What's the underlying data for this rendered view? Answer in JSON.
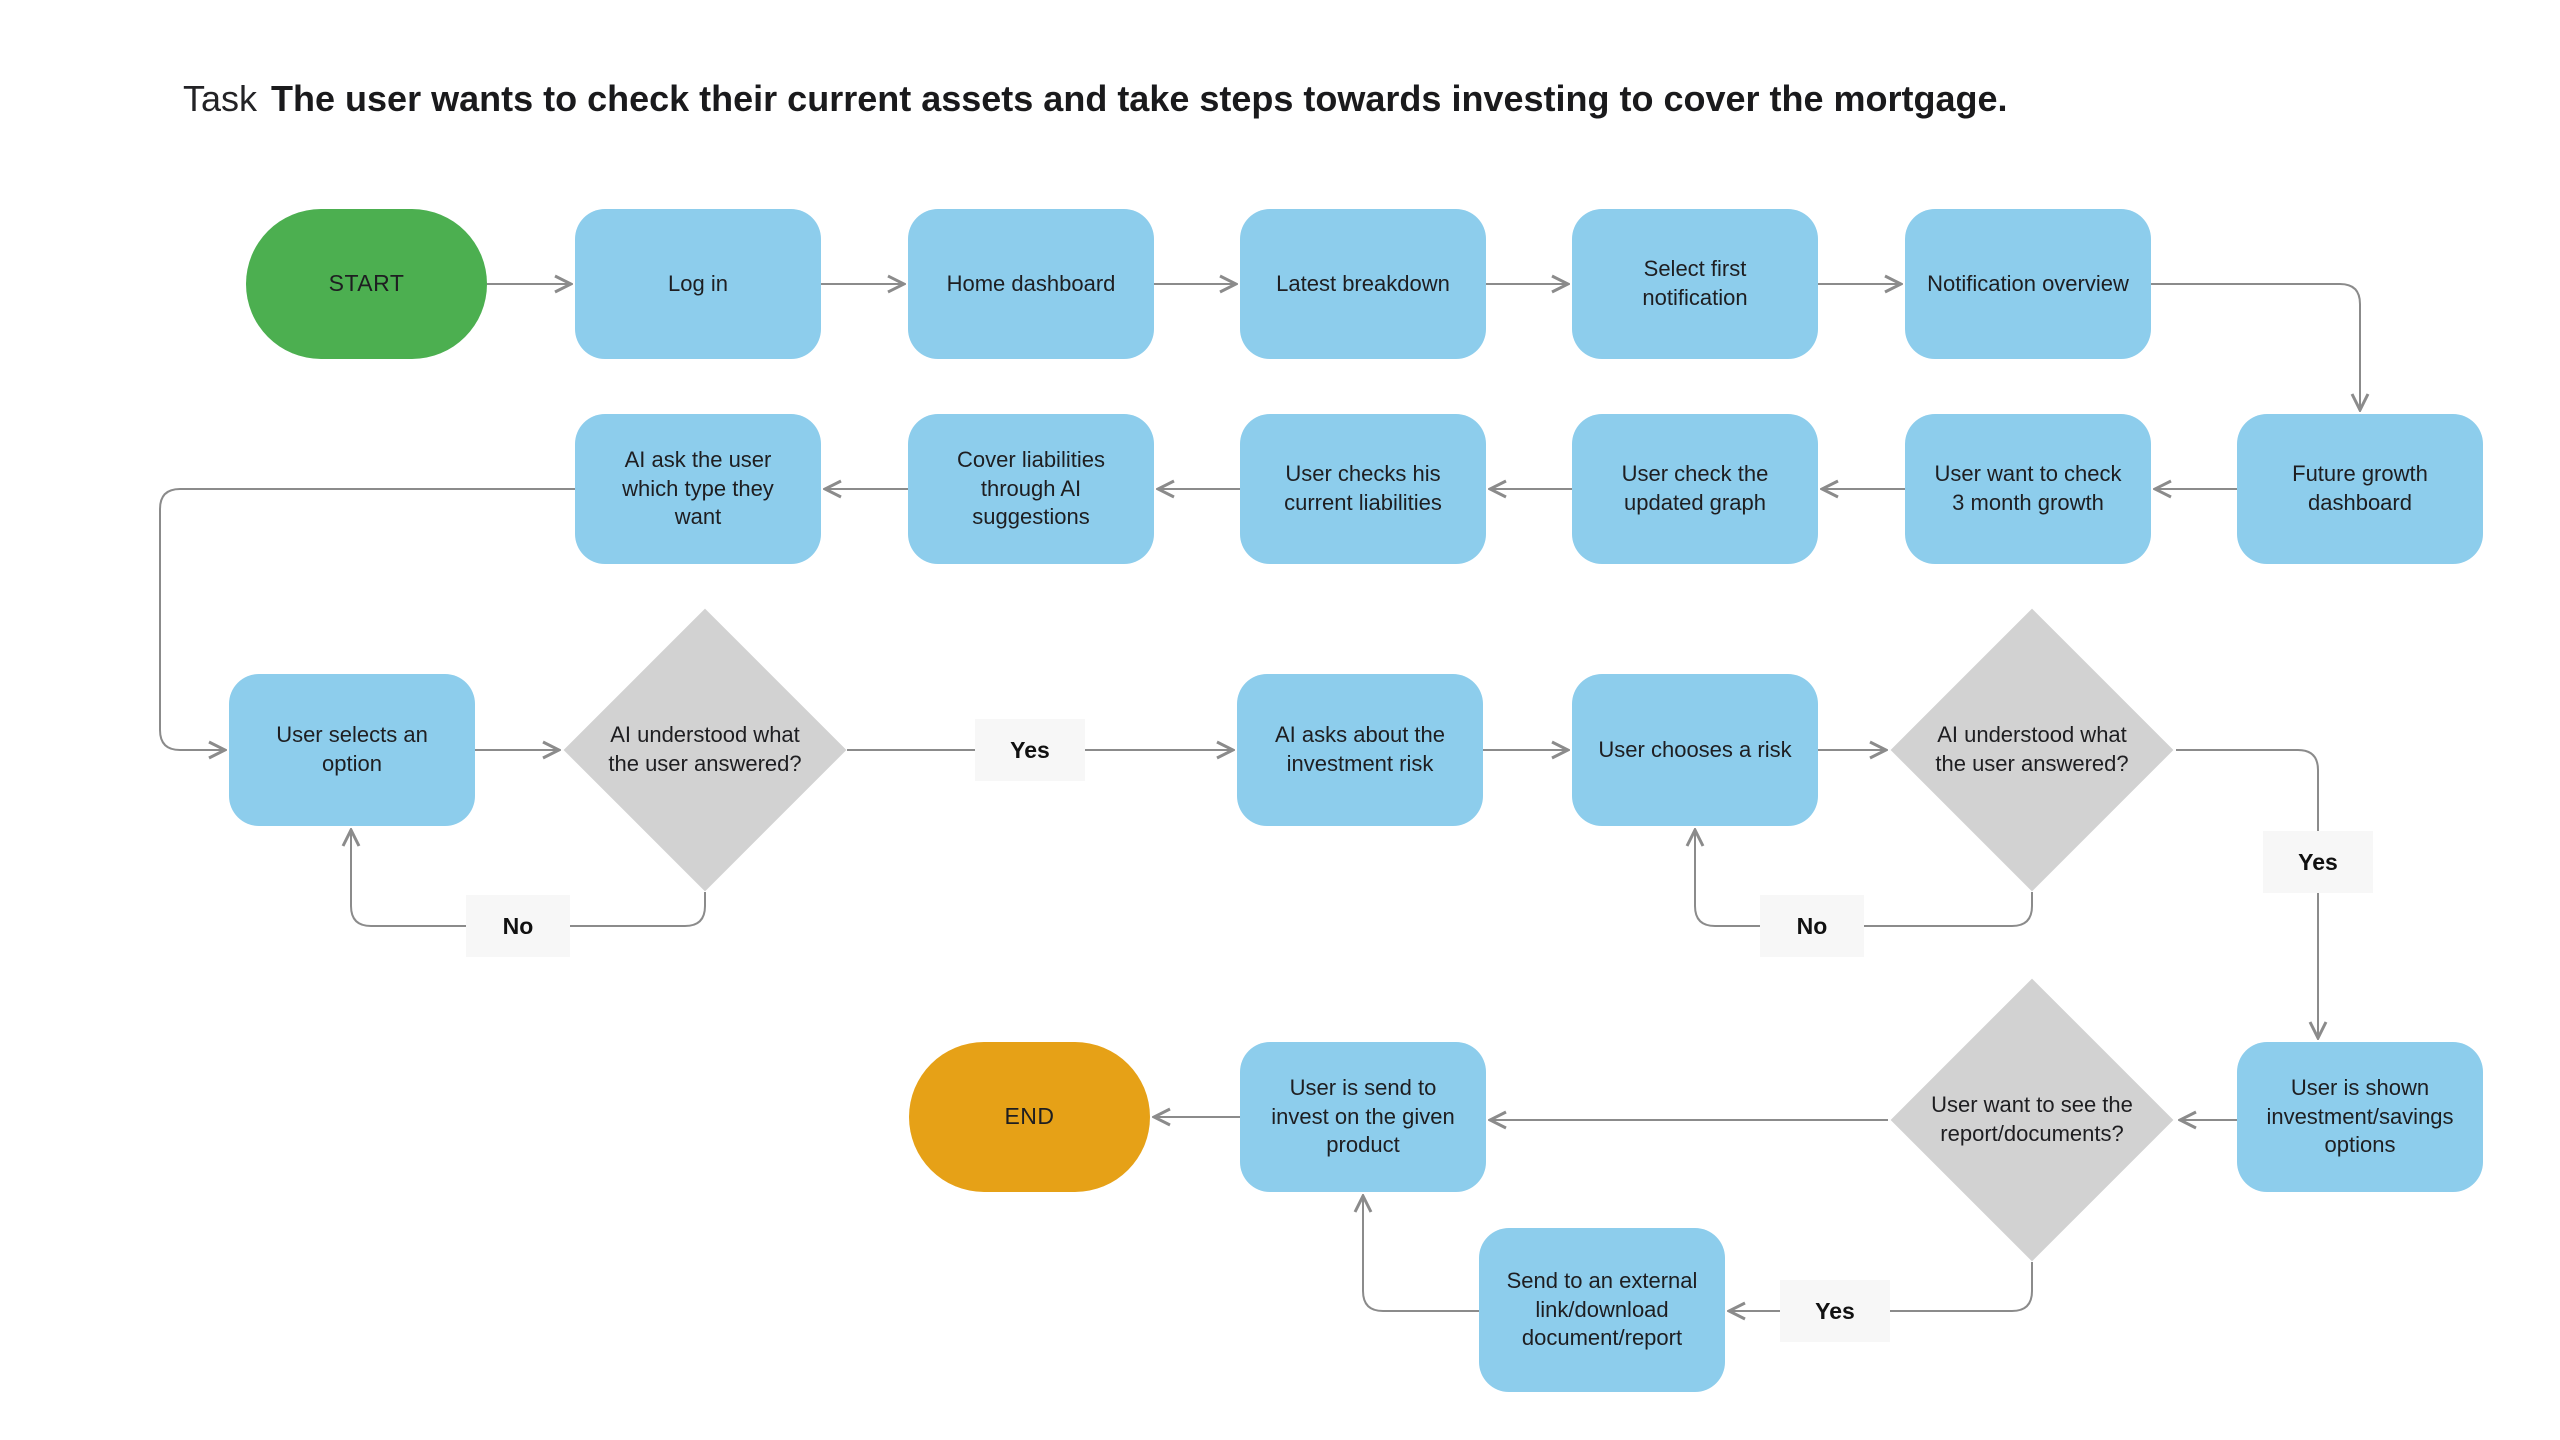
{
  "title": {
    "prefix": "Task",
    "sentence": "The user wants to check their current assets and take steps towards investing to cover the mortgage."
  },
  "nodes": {
    "start": "START",
    "login": "Log in",
    "home_dashboard": "Home dashboard",
    "latest_breakdown": "Latest breakdown",
    "select_first_notification": "Select first notification",
    "notification_overview": "Notification overview",
    "future_growth_dashboard": "Future growth dashboard",
    "check_3_month_growth": "User want to check 3 month growth",
    "check_updated_graph": "User check the updated graph",
    "checks_current_liabilities": "User checks his current liabilities",
    "cover_liabilities": "Cover liabilities through AI suggestions",
    "ai_ask_type": "AI ask the user which type they want",
    "user_selects_option": "User selects an option",
    "ai_understood_1": "AI understood what the user answered?",
    "ai_asks_investment_risk": "AI asks about the investment risk",
    "user_chooses_risk": "User chooses a risk",
    "ai_understood_2": "AI understood what the user answered?",
    "user_shown_options": "User is shown investment/savings options",
    "report_documents_question": "User want to see the report/documents?",
    "user_sent_to_invest": "User is send to invest on the given product",
    "send_external_link": "Send to an external link/download document/report",
    "end": "END"
  },
  "edge_labels": {
    "yes_1": "Yes",
    "yes_2": "Yes",
    "yes_3": "Yes",
    "no_1": "No",
    "no_2": "No"
  },
  "colors": {
    "start_green": "#4caf50",
    "end_orange": "#e6a117",
    "node_blue": "#8dcdec",
    "decision_gray": "#d2d2d2",
    "edge_gray": "#8b8b8b",
    "label_bg": "#f7f7f7",
    "text_dark": "#1e1e21",
    "canvas_bg": "#ffffff"
  }
}
